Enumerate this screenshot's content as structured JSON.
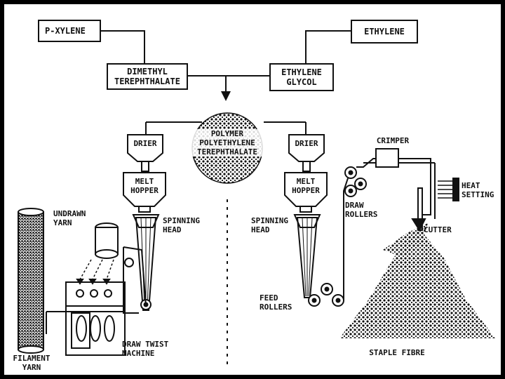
{
  "colors": {
    "ink": "#111111",
    "paper": "#ffffff",
    "frame": "#000000"
  },
  "raw_materials": {
    "p_xylene": "P-XYLENE",
    "ethylene": "ETHYLENE",
    "dimethyl_terephthalate": "DIMETHYL\nTEREPHTHALATE",
    "ethylene_glycol": "ETHYLENE\nGLYCOL"
  },
  "polymer": "POLYMER\nPOLYETHYLENE\nTEREPHTHALATE",
  "filament_line": {
    "drier": "DRIER",
    "melt_hopper": "MELT\nHOPPER",
    "spinning_head": "SPINNING\nHEAD",
    "undrawn_yarn": "UNDRAWN\nYARN",
    "draw_twist_machine": "DRAW TWIST\nMACHINE",
    "filament_yarn": "FILAMENT\nYARN"
  },
  "staple_line": {
    "drier": "DRIER",
    "melt_hopper": "MELT\nHOPPER",
    "spinning_head": "SPINNING\nHEAD",
    "feed_rollers": "FEED\nROLLERS",
    "draw_rollers": "DRAW\nROLLERS",
    "crimper": "CRIMPER",
    "heat_setting": "HEAT\nSETTING",
    "cutter": "CUTTER",
    "staple_fibre": "STAPLE FIBRE"
  }
}
